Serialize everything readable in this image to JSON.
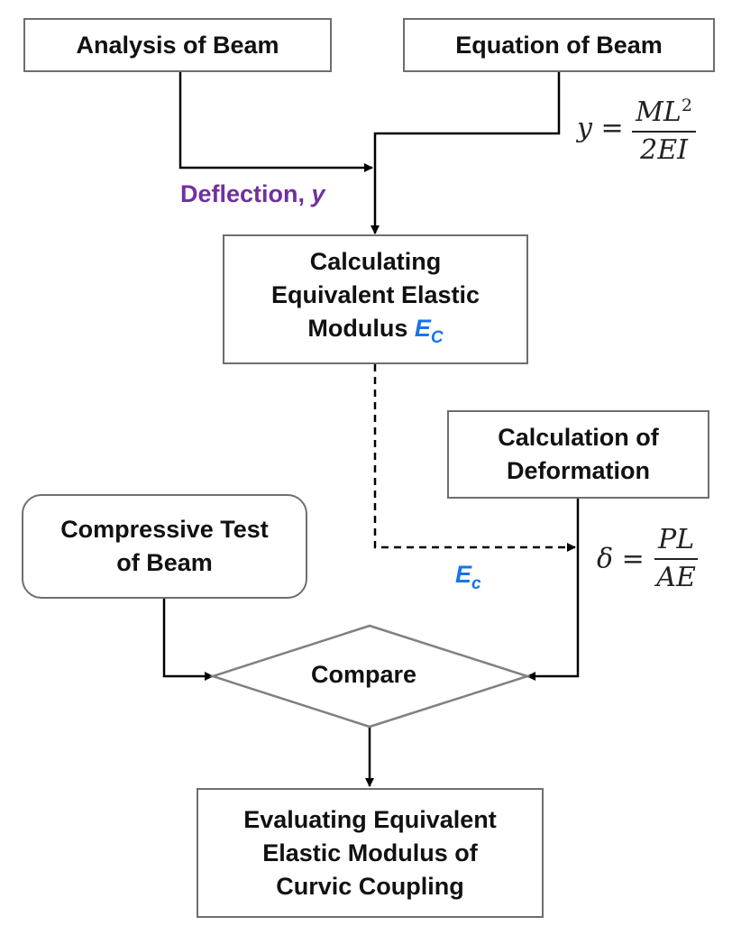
{
  "nodes": {
    "analysis": "Analysis of Beam",
    "equation": "Equation of Beam",
    "calculating": [
      "Calculating",
      "Equivalent Elastic",
      "Modulus"
    ],
    "calculating_symbol": "E",
    "calculating_symbol_sub": "C",
    "deformation": [
      "Calculation of",
      "Deformation"
    ],
    "compressive": [
      "Compressive Test",
      "of Beam"
    ],
    "compare": "Compare",
    "evaluating": [
      "Evaluating Equivalent",
      "Elastic Modulus of",
      "Curvic Coupling"
    ]
  },
  "labels": {
    "deflection": "Deflection, ",
    "deflection_var": "y",
    "ec_main": "E",
    "ec_sub": "c"
  },
  "formulas": {
    "beam": {
      "lhs": "y =",
      "numerator": "ML",
      "exponent": "2",
      "denominator": "2EI"
    },
    "deformation": {
      "lhs": "δ =",
      "numerator": "PL",
      "denominator": "AE"
    }
  },
  "colors": {
    "deflection": "#7030a0",
    "ec": "#1a73e8",
    "border": "#6e6e6e",
    "line": "#000000"
  }
}
